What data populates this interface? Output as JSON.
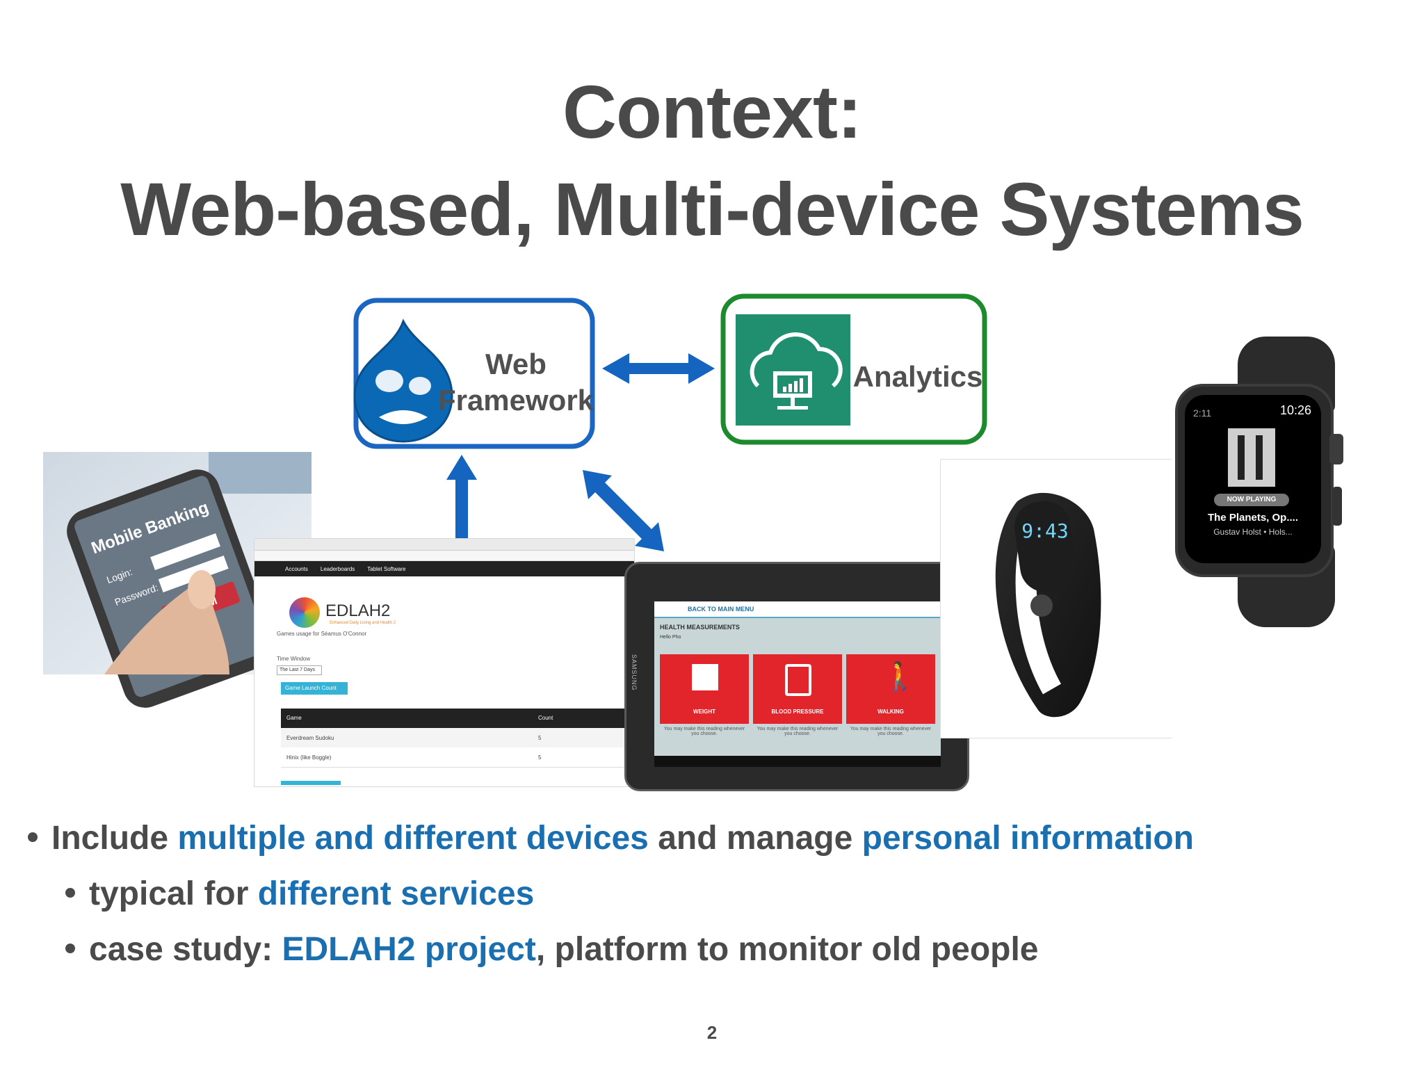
{
  "slide": {
    "title_line1": "Context:",
    "title_line2": "Web-based, Multi-device Systems",
    "page_number": "2"
  },
  "diagram": {
    "web_framework": {
      "line1": "Web",
      "line2": "Framework",
      "border_color": "#1a66c2"
    },
    "analytics": {
      "label": "Analytics",
      "border_color": "#1e8a2e",
      "icon_bg": "#1f8f6f"
    },
    "arrow_color": "#1565c0"
  },
  "phone": {
    "app_title": "Mobile Banking",
    "login_label": "Login:",
    "password_label": "Password:",
    "submit_label": "SUBM"
  },
  "laptop": {
    "nav": [
      "Accounts",
      "Leaderboards",
      "Tablet Software"
    ],
    "brand": "EDLAH2",
    "brand_sub": "Enhanced Daily Living and Health 2",
    "usage_text": "Games usage for Séamus O'Connor",
    "time_window_label": "Time Window",
    "time_window_value": "The Last 7 Days",
    "button_label": "Game Launch Count",
    "table_headers": [
      "Game",
      "Count"
    ],
    "rows": [
      {
        "game": "Everdream Sudoku",
        "count": "5"
      },
      {
        "game": "Hinix (like Boggle)",
        "count": "5"
      }
    ]
  },
  "tablet": {
    "back_label": "BACK TO MAIN MENU",
    "section_title": "HEALTH MEASUREMENTS",
    "greeting": "Hello Pho",
    "brand": "SAMSUNG",
    "tiles": [
      {
        "label": "WEIGHT",
        "note": "You may make this reading whenever you choose."
      },
      {
        "label": "BLOOD PRESSURE",
        "note": "You may make this reading whenever you choose."
      },
      {
        "label": "WALKING",
        "note": "You may make this reading whenever you choose."
      }
    ]
  },
  "band": {
    "time": "9:43"
  },
  "watch": {
    "left_time": "2:11",
    "time": "10:26",
    "badge": "NOW PLAYING",
    "track": "The Planets, Op....",
    "artist": "Gustav Holst • Hols..."
  },
  "bullets": {
    "b1_pre": "Include",
    "b1_hl1": "multiple and different devices",
    "b1_mid": "and manage",
    "b1_hl2": "personal information",
    "b2_pre": "typical for",
    "b2_hl": "different services",
    "b3_pre": "case study:",
    "b3_hl": "EDLAH2 project",
    "b3_post": ", platform to monitor old people"
  }
}
